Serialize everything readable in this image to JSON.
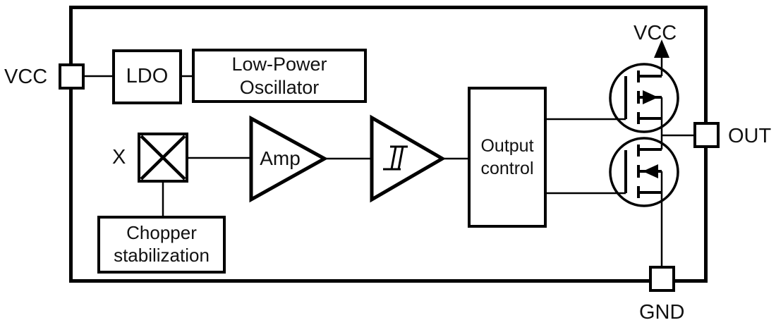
{
  "diagram": {
    "kind": "ic-block-diagram",
    "pins": {
      "vcc_left": {
        "label": "VCC"
      },
      "vcc_top": {
        "label": "VCC"
      },
      "out": {
        "label": "OUT"
      },
      "gnd": {
        "label": "GND"
      }
    },
    "blocks": {
      "ldo": {
        "label": "LDO"
      },
      "oscillator": {
        "line1": "Low-Power",
        "line2": "Oscillator"
      },
      "mixer": {
        "label": "X"
      },
      "amp": {
        "label": "Amp"
      },
      "output_control": {
        "line1": "Output",
        "line2": "control"
      },
      "chopper": {
        "line1": "Chopper",
        "line2": "stabilization"
      }
    },
    "colors": {
      "line": "#000000",
      "background": "#ffffff",
      "text": "#111111"
    }
  }
}
